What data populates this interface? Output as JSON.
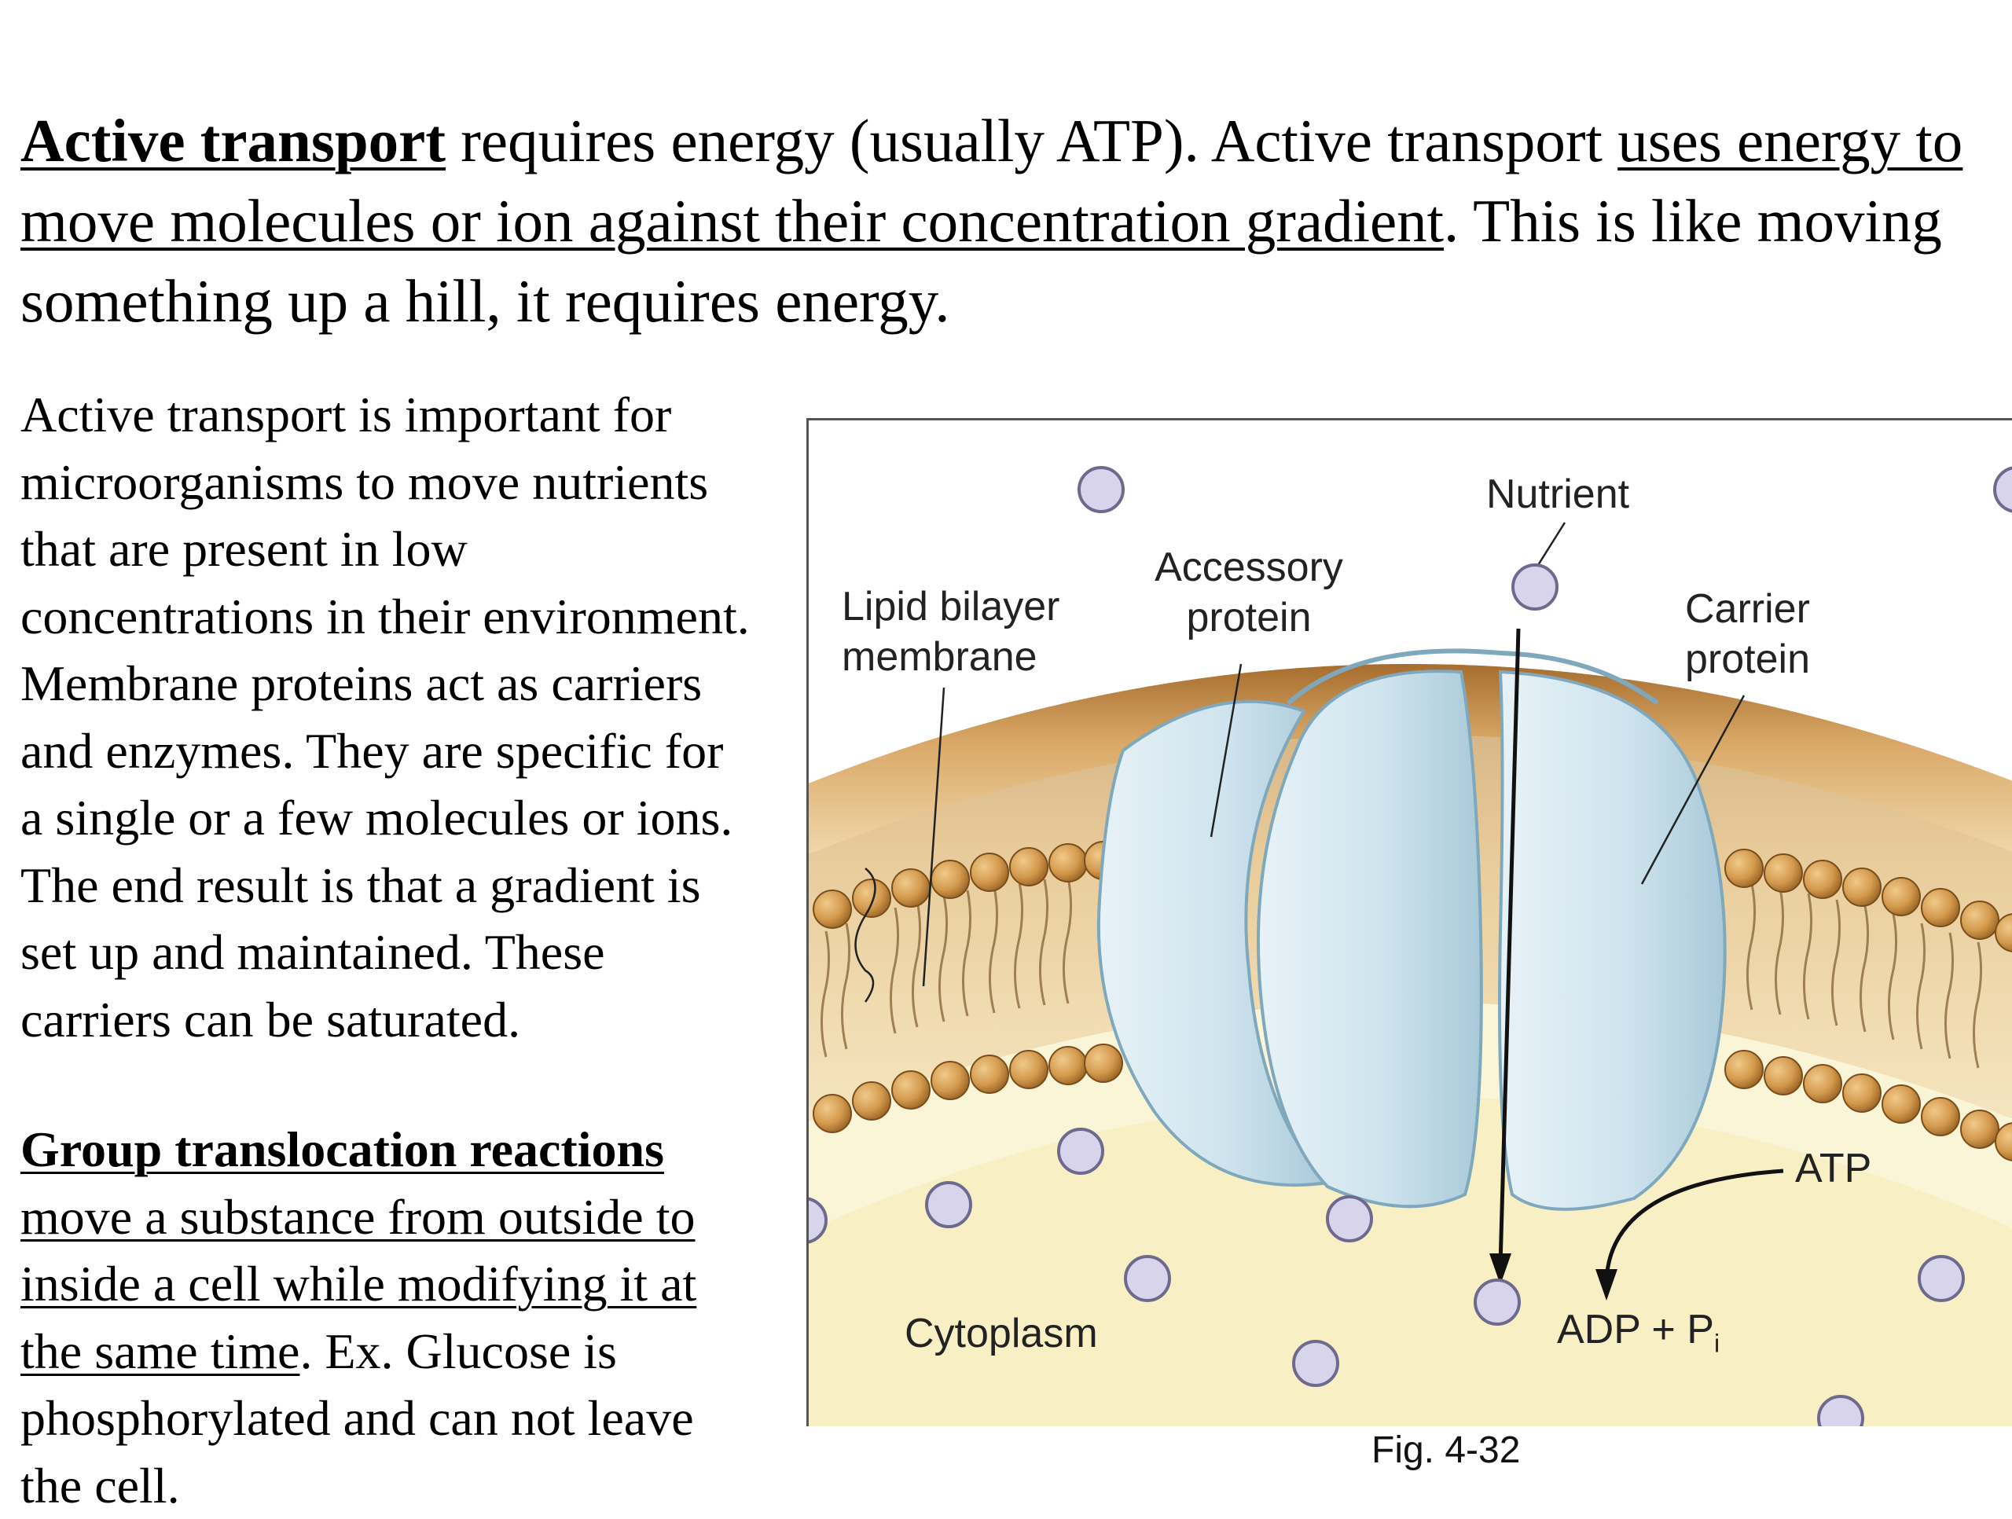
{
  "intro": {
    "term": "Active transport",
    "text1": " requires energy (usually ATP).  Active transport ",
    "underlined": "uses energy to move molecules or ion against their concentration gradient",
    "text2": ".  This is like moving something up a hill, it requires energy."
  },
  "active_paragraph": [
    "Active transport is important for",
    "microorganisms to move nutrients",
    "that are present in low",
    "concentrations in their environment.",
    "Membrane proteins act as carriers",
    "and enzymes.  They are specific for",
    "a single or a few molecules or ions.",
    "The end result is that a gradient is",
    "set up and maintained.  These",
    "carriers can be saturated."
  ],
  "group_paragraph": {
    "heading": "Group translocation reactions",
    "underlined_lines": [
      "move a substance from outside to",
      "inside a cell while modifying it at"
    ],
    "mixed_underlined": "the same time",
    "mixed_rest": ".  Ex.  Glucose is",
    "plain_lines": [
      "phosphorylated and can not leave",
      "the cell."
    ]
  },
  "figure": {
    "labels": {
      "nutrient": "Nutrient",
      "accessory_1": "Accessory",
      "accessory_2": "protein",
      "lipid_1": "Lipid bilayer",
      "lipid_2": "membrane",
      "carrier_1": "Carrier",
      "carrier_2": "protein",
      "atp": "ATP",
      "adp": "ADP + P",
      "adp_sub": "i",
      "cytoplasm": "Cytoplasm"
    },
    "caption": "Fig. 4-32",
    "colors": {
      "outside": "#ffffff",
      "cytoplasm": "#f8efc4",
      "membrane_top": "#c98f45",
      "protein": "#cfe4ee",
      "protein_edge": "#8ab2c6",
      "head": "#d49a4e",
      "molecule": "#d8d4ec"
    }
  }
}
